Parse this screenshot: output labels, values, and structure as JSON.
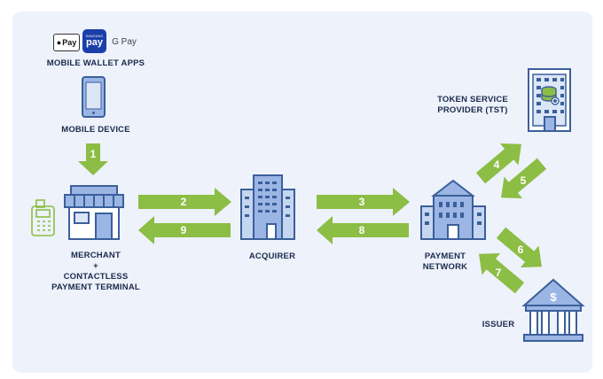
{
  "wallets": {
    "apple_pay": "Pay",
    "samsung_small": "SAMSUNG",
    "samsung_pay": "pay",
    "google_pay": "G Pay"
  },
  "labels": {
    "mobile_wallet_apps": "MOBILE WALLET APPS",
    "mobile_device": "MOBILE DEVICE",
    "merchant": "MERCHANT",
    "plus": "+",
    "contactless_line1": "CONTACTLESS",
    "contactless_line2": "PAYMENT TERMINAL",
    "acquirer": "ACQUIRER",
    "token_line1": "TOKEN SERVICE",
    "token_line2": "PROVIDER (TST)",
    "payment_line1": "PAYMENT",
    "payment_line2": "NETWORK",
    "issuer": "ISSUER"
  },
  "steps": {
    "s1": "1",
    "s2": "2",
    "s3": "3",
    "s4": "4",
    "s5": "5",
    "s6": "6",
    "s7": "7",
    "s8": "8",
    "s9": "9"
  },
  "colors": {
    "arrow": "#8cbd45",
    "icon_stroke": "#3b5f9b",
    "icon_fill": "#9bb6e4",
    "label": "#1b2b4b"
  }
}
